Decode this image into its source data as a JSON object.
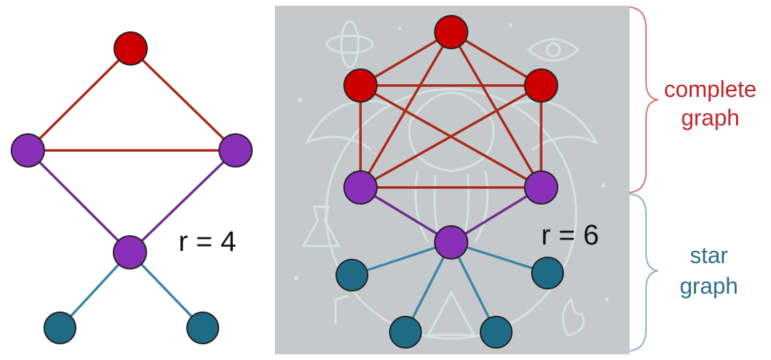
{
  "left_graph": {
    "label": "r = 4"
  },
  "right_graph": {
    "label": "r = 6"
  },
  "annotations": {
    "complete": {
      "line1": "complete",
      "line2": "graph"
    },
    "star": {
      "line1": "star",
      "line2": "graph"
    }
  },
  "colors": {
    "red_node": "#cc0000",
    "red_edge": "#a82a1a",
    "purple_node": "#8a2fb8",
    "purple_edge": "#6e2e8e",
    "teal_node": "#1f6b86",
    "teal_edge": "#3b86a8",
    "complete_brace": "#d47474",
    "complete_text": "#c0272d",
    "star_brace": "#88b3c8",
    "star_text": "#2f6f8e",
    "panel_bg": "#c6c9cb",
    "motif": "#d8ecec"
  }
}
